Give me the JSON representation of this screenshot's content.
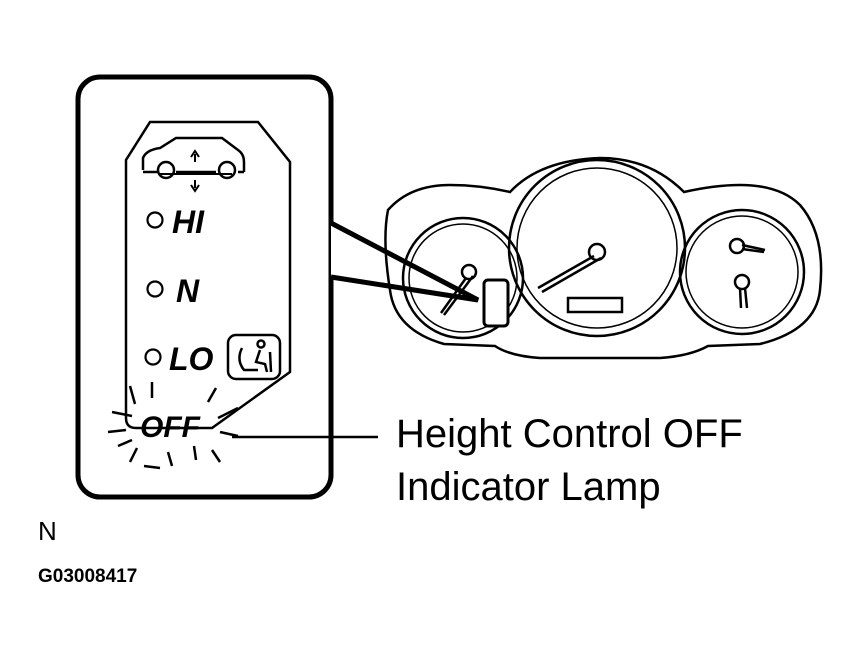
{
  "callout": {
    "line1": "Height Control OFF",
    "line2": "Indicator Lamp"
  },
  "indicators": {
    "hi": "HI",
    "n": "N",
    "lo": "LO",
    "off": "OFF"
  },
  "footer": {
    "letter": "N",
    "figure_id": "G03008417"
  },
  "icons": [
    "vehicle-height-icon",
    "seat-person-icon",
    "fuel-gauge-icon",
    "temperature-gauge-icon"
  ]
}
